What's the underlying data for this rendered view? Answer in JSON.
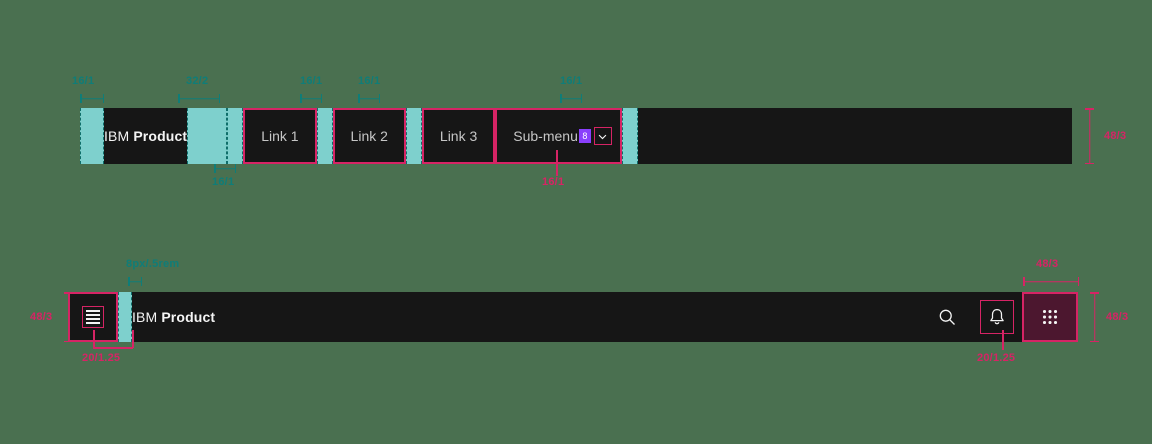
{
  "page": {
    "background_color": "#4a7050",
    "accent_magenta": "#d62465",
    "accent_teal": "#0f7d78",
    "spacer_fill": "#7ed0cd",
    "navbar_color": "#161616",
    "badge_color": "#8a3ffc",
    "app_switcher_bg": "#4c172f"
  },
  "top_nav": {
    "brand": {
      "prefix": "IBM",
      "name": "Product"
    },
    "links": [
      {
        "label": "Link 1"
      },
      {
        "label": "Link 2"
      },
      {
        "label": "Link 3"
      }
    ],
    "submenu": {
      "label": "Sub-menu",
      "badge": "8",
      "chevron_icon": "chevron-down-icon"
    },
    "annotations": [
      {
        "id": "t1",
        "text": "16/1",
        "color": "teal",
        "orientation": "horizontal"
      },
      {
        "id": "t2",
        "text": "32/2",
        "color": "teal",
        "orientation": "horizontal"
      },
      {
        "id": "t3",
        "text": "16/1",
        "color": "teal",
        "orientation": "horizontal"
      },
      {
        "id": "t4",
        "text": "16/1",
        "color": "teal",
        "orientation": "horizontal"
      },
      {
        "id": "t5",
        "text": "16/1",
        "color": "teal",
        "orientation": "horizontal"
      },
      {
        "id": "t6",
        "text": "16/1",
        "color": "teal",
        "orientation": "horizontal"
      },
      {
        "id": "t7",
        "text": "16/1",
        "color": "magenta",
        "orientation": "horizontal"
      },
      {
        "id": "t8",
        "text": "48/3",
        "color": "magenta",
        "orientation": "vertical"
      }
    ]
  },
  "bottom_nav": {
    "brand": {
      "prefix": "IBM",
      "name": "Product"
    },
    "menu_icon": "hamburger-menu-icon",
    "actions": [
      {
        "icon": "search-icon",
        "name": "search"
      },
      {
        "icon": "notification-bell-icon",
        "name": "notifications"
      },
      {
        "icon": "app-switcher-grid-icon",
        "name": "app-switcher"
      }
    ],
    "annotations": [
      {
        "id": "b1",
        "text": "8px/.5rem",
        "color": "teal",
        "orientation": "horizontal"
      },
      {
        "id": "b2",
        "text": "48/3",
        "color": "magenta",
        "orientation": "vertical"
      },
      {
        "id": "b3",
        "text": "20/1.25",
        "color": "magenta",
        "orientation": "horizontal"
      },
      {
        "id": "b4",
        "text": "20/1.25",
        "color": "magenta",
        "orientation": "horizontal"
      },
      {
        "id": "b5",
        "text": "48/3",
        "color": "magenta",
        "orientation": "horizontal"
      },
      {
        "id": "b6",
        "text": "48/3",
        "color": "magenta",
        "orientation": "vertical"
      }
    ]
  }
}
